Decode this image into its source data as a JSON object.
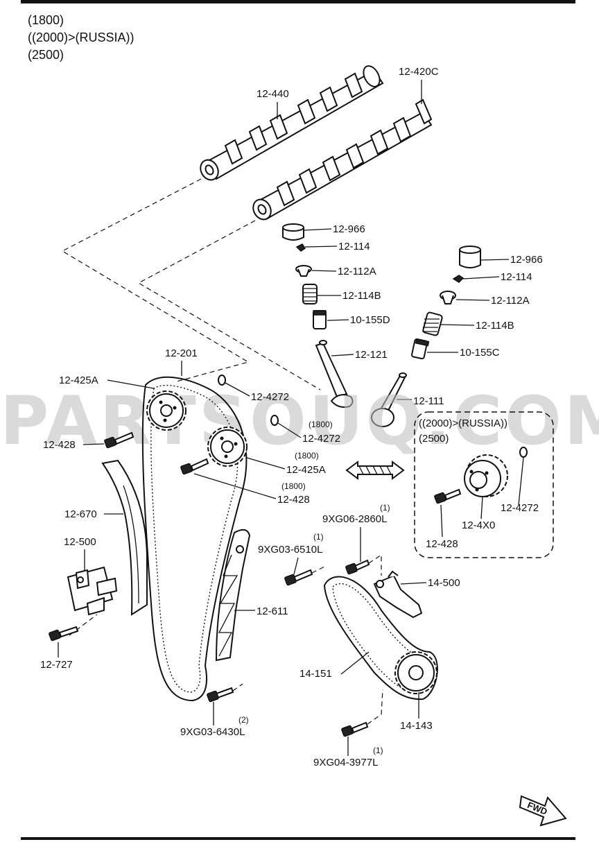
{
  "header": {
    "variants": [
      "(1800)",
      "((2000)>(RUSSIA))",
      "(2500)"
    ]
  },
  "watermark": "PARTSOUQ.COM",
  "inset_box": {
    "lines": [
      "((2000)>(RUSSIA))",
      "(2500)"
    ]
  },
  "callouts": {
    "c12_440": "12-440",
    "c12_420C": "12-420C",
    "c12_966_a": "12-966",
    "c12_114_a": "12-114",
    "c12_112A_a": "12-112A",
    "c12_114B_a": "12-114B",
    "c10_155D": "10-155D",
    "c12_121": "12-121",
    "c12_966_b": "12-966",
    "c12_114_b": "12-114",
    "c12_112A_b": "12-112A",
    "c12_114B_b": "12-114B",
    "c10_155C": "10-155C",
    "c12_111": "12-111",
    "c12_201": "12-201",
    "c12_425A_a": "12-425A",
    "c12_4272_a": "12-4272",
    "c12_4272_b_note": "(1800)",
    "c12_4272_b": "12-4272",
    "c12_428_a": "12-428",
    "c12_425A_b_note": "(1800)",
    "c12_425A_b": "12-425A",
    "c12_428_b_note": "(1800)",
    "c12_428_b": "12-428",
    "c12_670": "12-670",
    "c12_500": "12-500",
    "c12_727": "12-727",
    "c9XG06_qty": "(1)",
    "c9XG06": "9XG06-2860L",
    "c9XG03_6510_qty": "(1)",
    "c9XG03_6510": "9XG03-6510L",
    "c12_611": "12-611",
    "c14_500": "14-500",
    "c14_151": "14-151",
    "c9XG03_6430_qty": "(2)",
    "c9XG03_6430": "9XG03-6430L",
    "c14_143": "14-143",
    "c9XG04_qty": "(1)",
    "c9XG04": "9XG04-3977L",
    "c12_4272_c": "12-4272",
    "c12_4X0": "12-4X0",
    "c12_428_c": "12-428"
  },
  "fwd_arrow": "FWD"
}
